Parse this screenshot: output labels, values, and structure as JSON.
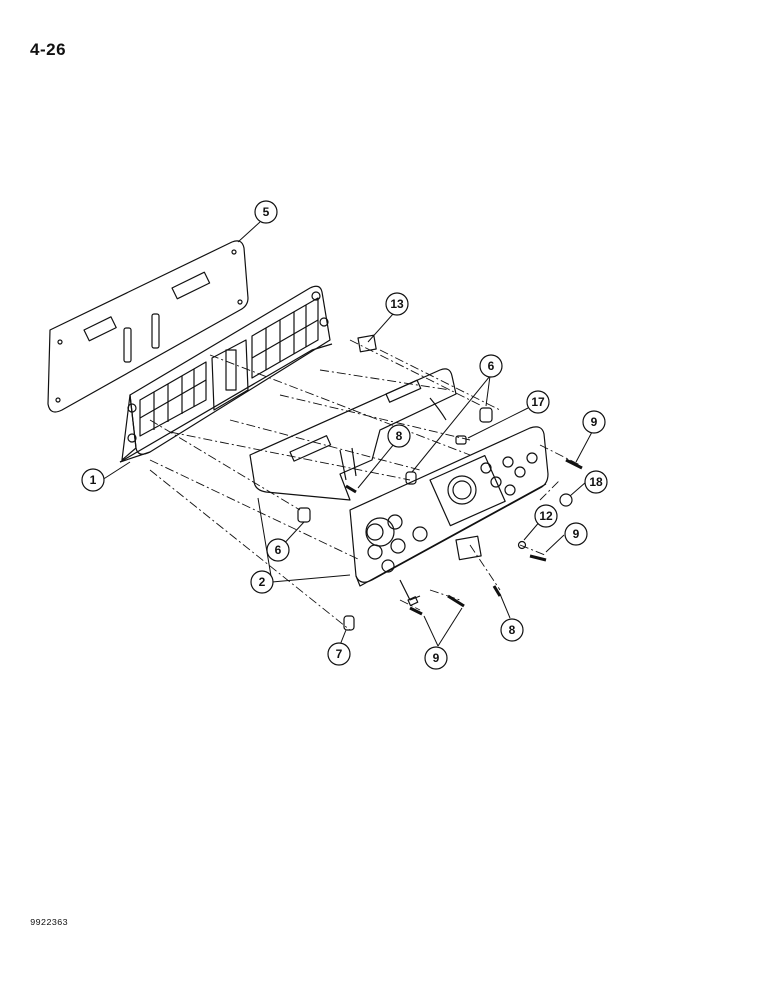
{
  "page": {
    "number": "4-26",
    "figure_code": "9922363"
  },
  "callouts": [
    "5",
    "13",
    "6",
    "17",
    "9",
    "1",
    "8",
    "18",
    "12",
    "9",
    "6",
    "2",
    "8",
    "7",
    "9"
  ],
  "colors": {
    "ink": "#111111",
    "paper": "#ffffff"
  }
}
